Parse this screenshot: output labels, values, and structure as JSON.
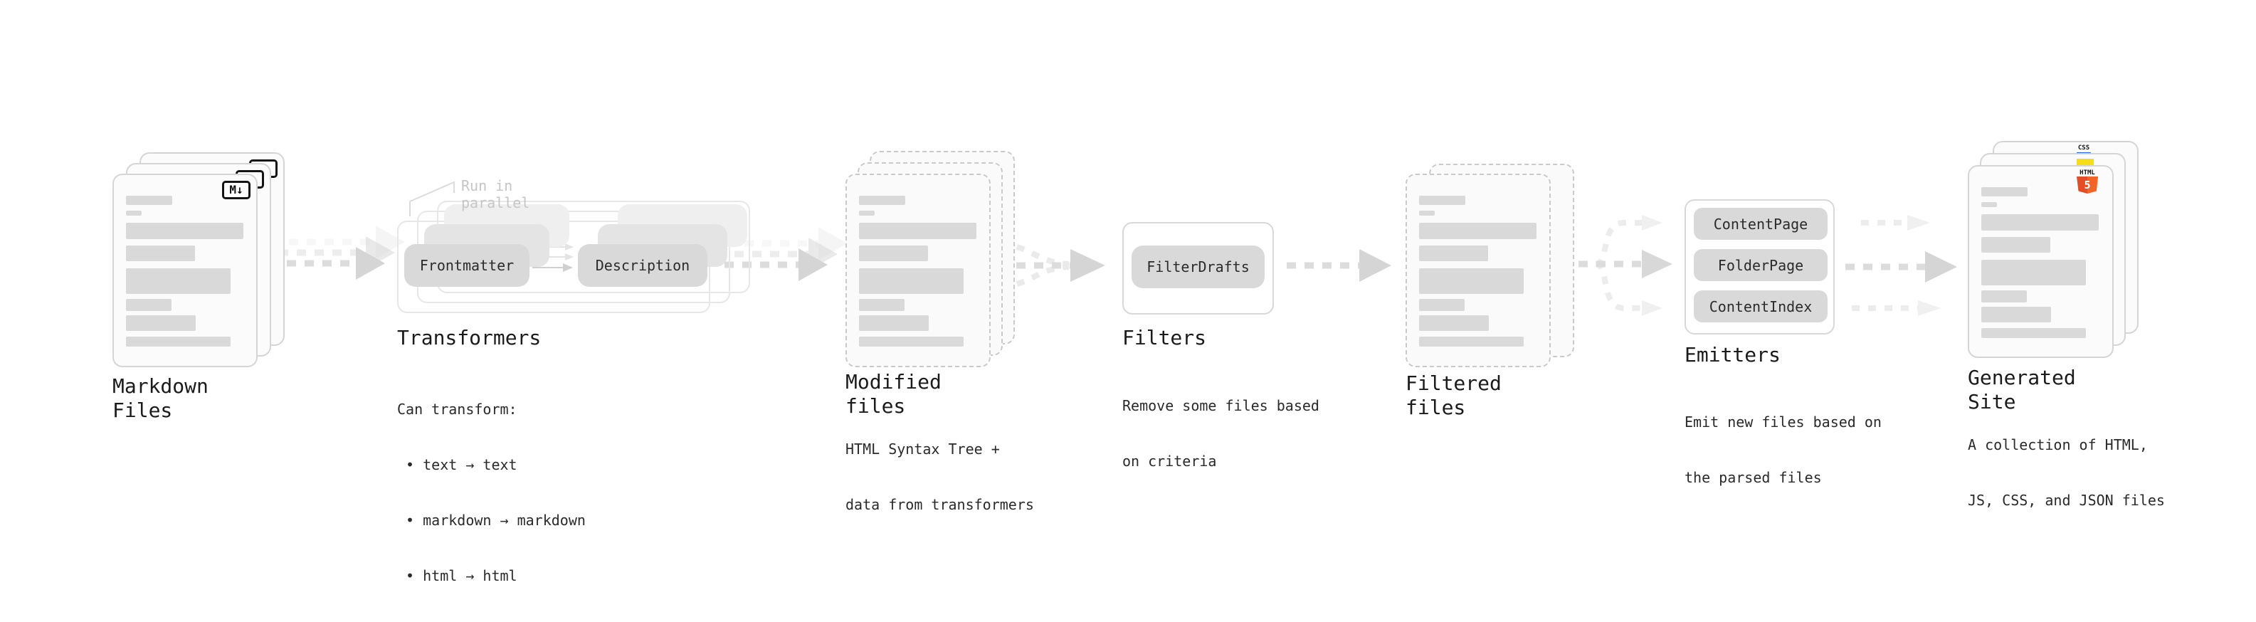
{
  "diagram": {
    "nodes": {
      "markdown_files": {
        "label": "Markdown Files"
      },
      "transformers": {
        "label": "Transformers",
        "note": "Run in parallel",
        "pills": [
          "Frontmatter",
          "Description"
        ],
        "desc": [
          "Can transform:",
          " • text → text",
          " • markdown → markdown",
          " • html → html"
        ]
      },
      "modified_files": {
        "label": "Modified files",
        "desc": [
          "HTML Syntax Tree +",
          "data from transformers"
        ]
      },
      "filters": {
        "label": "Filters",
        "pills": [
          "FilterDrafts"
        ],
        "desc": [
          "Remove some files based",
          "on criteria"
        ]
      },
      "filtered_files": {
        "label": "Filtered files"
      },
      "emitters": {
        "label": "Emitters",
        "pills": [
          "ContentPage",
          "FolderPage",
          "ContentIndex"
        ],
        "desc": [
          "Emit new files based on",
          "the parsed files"
        ]
      },
      "generated_site": {
        "label": "Generated Site",
        "desc": [
          "A collection of HTML,",
          "JS, CSS, and JSON files"
        ]
      }
    },
    "icons": {
      "markdown": "M↓",
      "html5_label": "HTML",
      "html5_number": "5",
      "css_label": "CSS"
    },
    "colors": {
      "js_yellow": "#f5de19",
      "css_blue": "#2764e7",
      "html_orange": "#e44d26",
      "html_orange_light": "#f16529",
      "bar_gray": "#d9d9d9",
      "arrow_gray": "#dcdcdc",
      "arrow_head": "#d5d5d5",
      "muted_note": "#c6c6c6",
      "text": "#1b1b1b"
    }
  }
}
